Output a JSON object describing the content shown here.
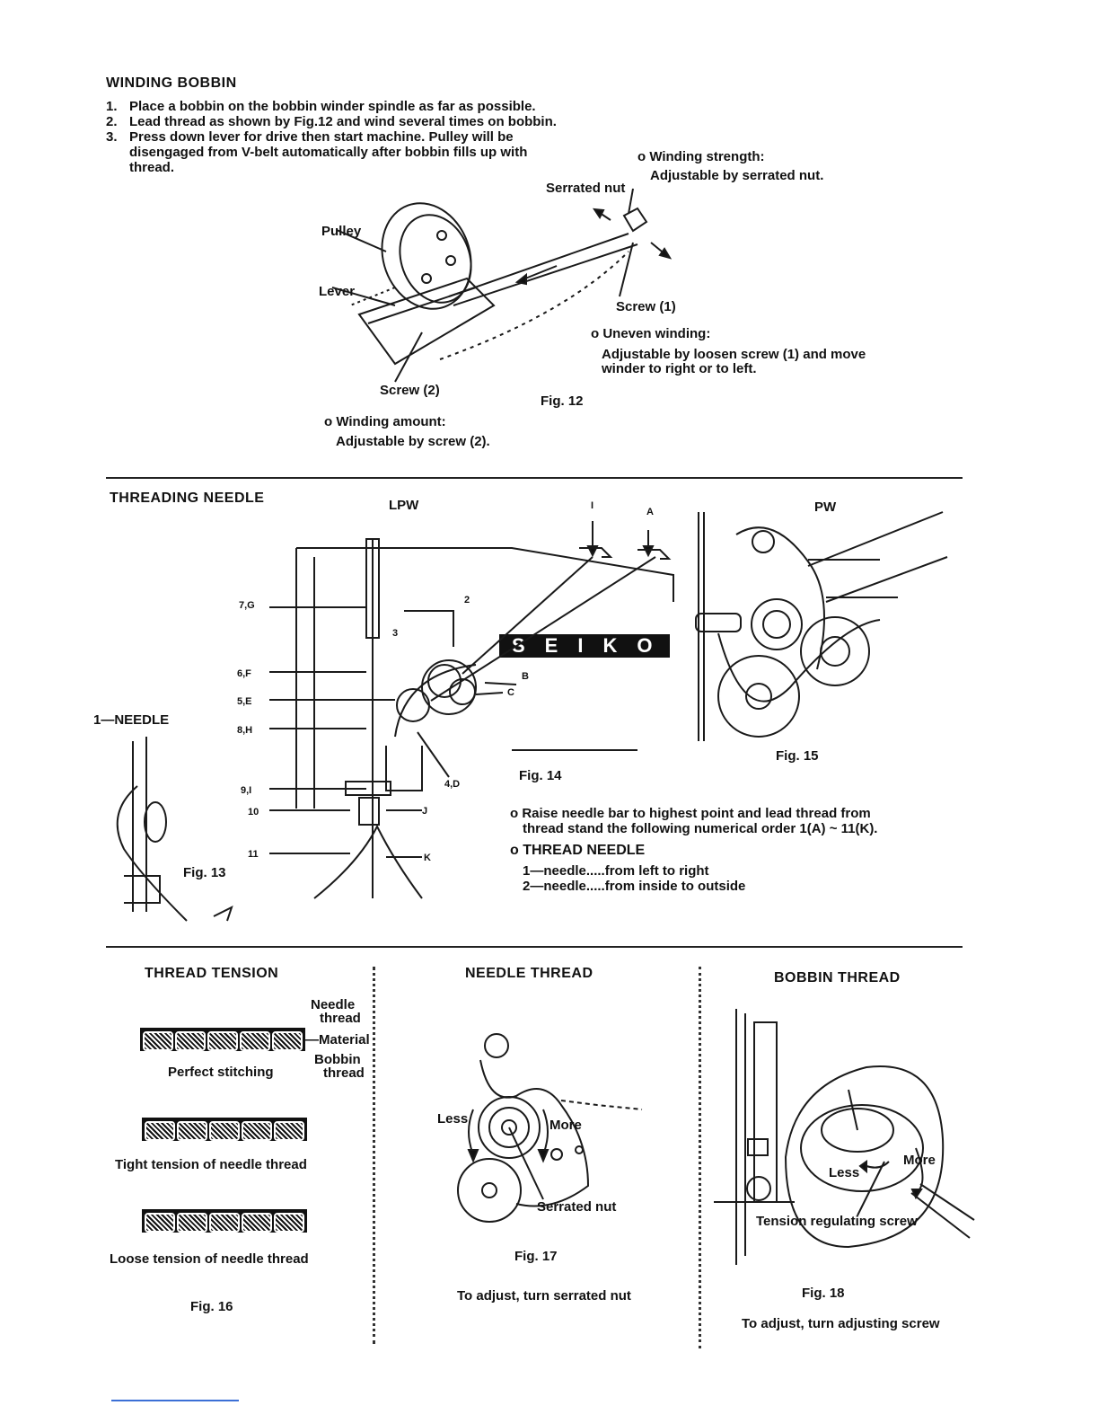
{
  "winding": {
    "title": "WINDING BOBBIN",
    "steps": [
      {
        "num": "1.",
        "text": "Place a bobbin on the bobbin winder spindle as far as possible."
      },
      {
        "num": "2.",
        "text": "Lead thread as shown by Fig.12 and wind several times on bobbin."
      },
      {
        "num": "3.",
        "text": "Press down lever for drive then start machine.  Pulley will be disengaged from V-belt automatically after bobbin fills up with thread."
      }
    ],
    "strength_title": "o Winding strength:",
    "strength_text": "Adjustable by serrated nut.",
    "serrated_nut": "Serrated nut",
    "pulley": "Pulley",
    "lever": "Lever",
    "screw1": "Screw (1)",
    "uneven_title": "o Uneven winding:",
    "uneven_line1": "Adjustable by loosen screw (1) and move",
    "uneven_line2": "winder to right or to left.",
    "screw2": "Screw (2)",
    "fig": "Fig. 12",
    "amount_title": "o Winding amount:",
    "amount_text": "Adjustable by screw (2)."
  },
  "threading": {
    "title": "THREADING NEEDLE",
    "lpw": "LPW",
    "pw": "PW",
    "label_i": "I",
    "label_a": "A",
    "label_2": "2",
    "label_3": "3",
    "label_b": "B",
    "label_c": "C",
    "label_7g": "7,G",
    "label_6f": "6,F",
    "label_5e": "5,E",
    "label_8h": "8,H",
    "label_4d": "4,D",
    "label_9i": "9,I",
    "label_10": "10",
    "label_j": "J",
    "label_11": "11",
    "label_k": "K",
    "seiko": "SEIKO",
    "one_needle": "1—NEEDLE",
    "fig13": "Fig. 13",
    "fig14": "Fig. 14",
    "fig15": "Fig. 15",
    "raise_line1": "o Raise needle bar to highest point and lead thread from",
    "raise_line2": "thread stand the following numerical order 1(A) ~ 11(K).",
    "thread_needle": "o THREAD  NEEDLE",
    "needle1": "1—needle.....from left to right",
    "needle2": "2—needle.....from inside to outside"
  },
  "tension": {
    "title": "THREAD TENSION",
    "needle_thread1": "Needle",
    "needle_thread2": "thread",
    "material": "—Material",
    "bobbin_thread1": "Bobbin",
    "bobbin_thread2": "thread",
    "perfect": "Perfect stitching",
    "tight": "Tight tension of needle thread",
    "loose": "Loose tension of needle thread",
    "fig": "Fig. 16"
  },
  "needle_thread": {
    "title": "NEEDLE THREAD",
    "less": "Less",
    "more": "More",
    "serrated_nut": "Serrated nut",
    "fig": "Fig. 17",
    "caption": "To adjust, turn serrated nut"
  },
  "bobbin_thread": {
    "title": "BOBBIN THREAD",
    "more": "More",
    "less": "Less",
    "tension_screw": "Tension regulating screw",
    "fig": "Fig. 18",
    "caption": "To adjust, turn adjusting screw"
  }
}
